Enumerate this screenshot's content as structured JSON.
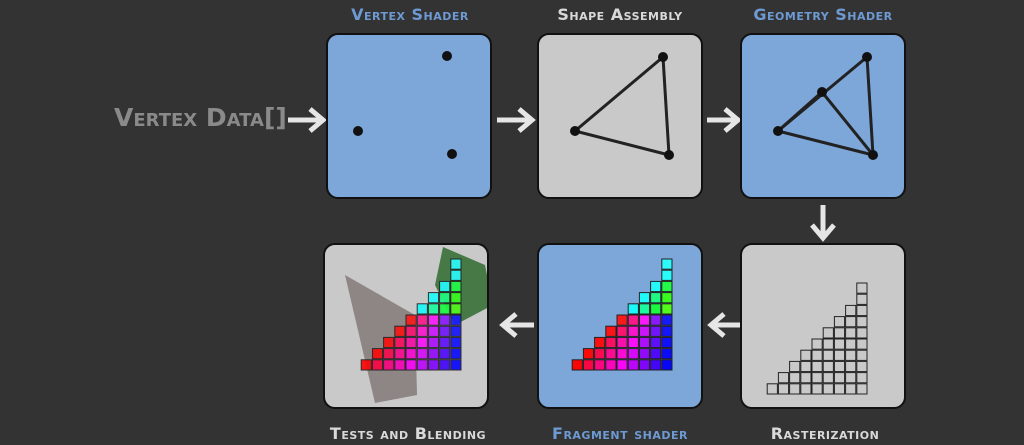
{
  "input_label": "Vertex Data[]",
  "stages": [
    {
      "label": "Vertex Shader",
      "label_color": "#6e9ad3",
      "box_color": "#7da7d9"
    },
    {
      "label": "Shape Assembly",
      "label_color": "#d9d9d9",
      "box_color": "#c9c9c9"
    },
    {
      "label": "Geometry Shader",
      "label_color": "#6e9ad3",
      "box_color": "#7da7d9"
    },
    {
      "label": "Rasterization",
      "label_color": "#d9d9d9",
      "box_color": "#c9c9c9"
    },
    {
      "label": "Fragment shader",
      "label_color": "#6e9ad3",
      "box_color": "#7da7d9"
    },
    {
      "label": "Tests and Blending",
      "label_color": "#d9d9d9",
      "box_color": "#c9c9c9"
    }
  ],
  "colors": {
    "background": "#333333",
    "arrow": "#e6e6e6",
    "input_label": "#8a8a8a"
  }
}
